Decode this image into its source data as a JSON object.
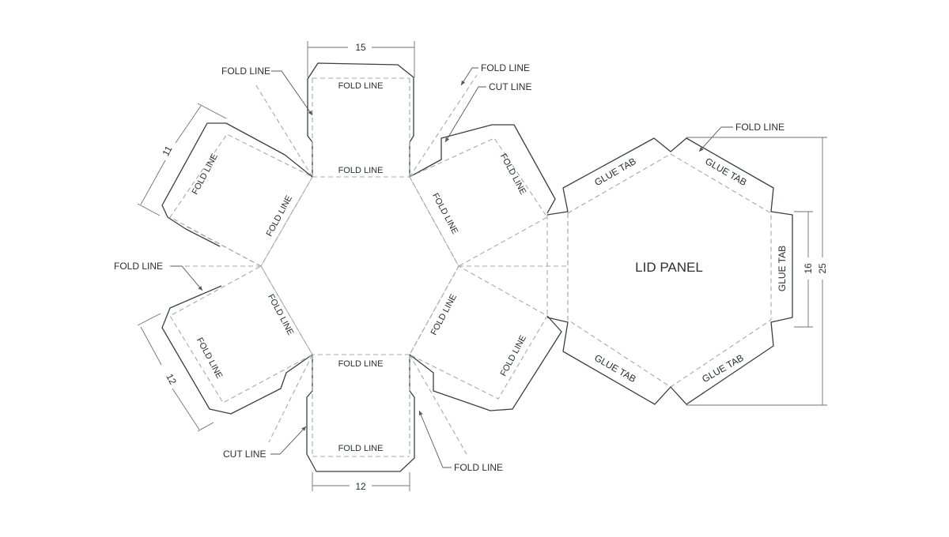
{
  "labels": {
    "fold_line": "FOLD LINE",
    "cut_line": "CUT LINE",
    "glue_tab": "GLUE TAB",
    "lid_panel": "LID PANEL"
  },
  "dimensions": {
    "top_width": "15",
    "bottom_width": "12",
    "upper_left_side": "11",
    "lower_left_side": "12",
    "lid_inner_height": "16",
    "lid_total_height": "25"
  },
  "colors": {
    "cut_line": "#3a3f44",
    "fold_line": "#a4a9ad",
    "text": "#2a2f33"
  }
}
